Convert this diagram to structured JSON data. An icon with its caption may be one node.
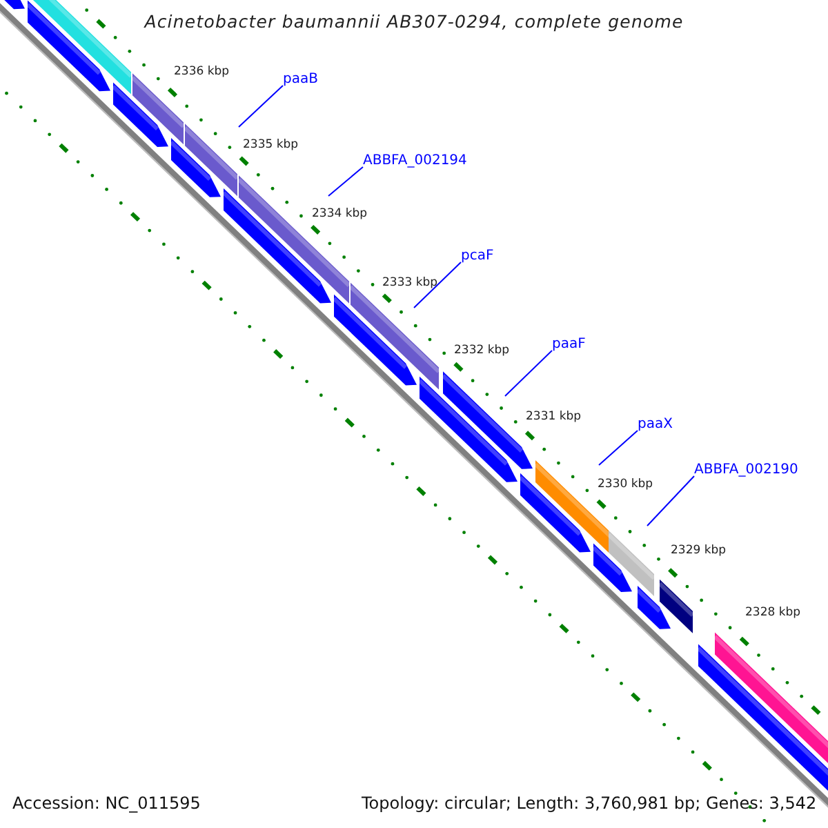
{
  "diagram": {
    "title": "Acinetobacter baumannii AB307-0294, complete genome",
    "nodes": [
      {
        "text": [
          "paaB"
        ]
      },
      {
        "text": [
          "ABBFA_002194"
        ]
      },
      {
        "text": [
          "pcaF"
        ]
      },
      {
        "text": [
          "paaF"
        ]
      },
      {
        "text": [
          "paaX"
        ]
      },
      {
        "text": [
          "ABBFA_002190"
        ]
      }
    ],
    "edges": [
      {
        "from": 0,
        "to": null,
        "arrow": "none"
      },
      {
        "from": 1,
        "to": null,
        "arrow": "none"
      },
      {
        "from": 2,
        "to": null,
        "arrow": "none"
      },
      {
        "from": 3,
        "to": null,
        "arrow": "none"
      },
      {
        "from": 4,
        "to": null,
        "arrow": "none"
      },
      {
        "from": 5,
        "to": null,
        "arrow": "none"
      }
    ],
    "labels": [
      "2336 kbp",
      "2335 kbp",
      "2334 kbp",
      "2333 kbp",
      "2332 kbp",
      "2331 kbp",
      "2330 kbp",
      "2329 kbp",
      "2328 kbp",
      "Accession: NC_011595",
      "Topology: circular; Length: 3,760,981 bp; Genes: 3,542"
    ]
  }
}
